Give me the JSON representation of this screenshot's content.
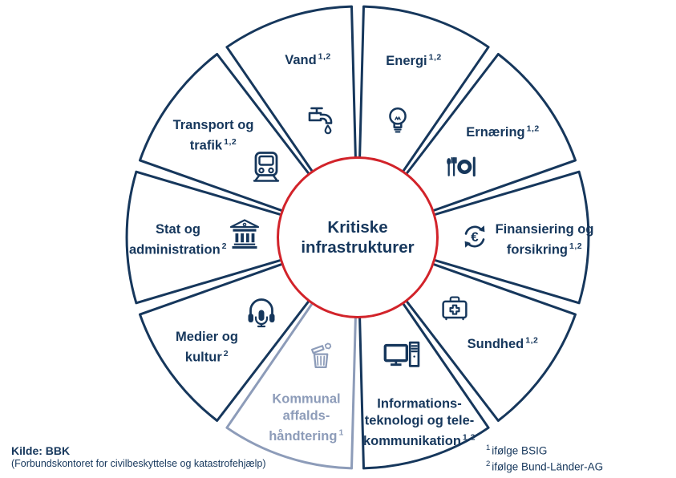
{
  "title": "Kritiske infrastrukturer",
  "colors": {
    "primary": "#16375C",
    "muted": "#8D9CB9",
    "accent": "#D2232A",
    "background": "#FFFFFF"
  },
  "segments": [
    {
      "id": "energi",
      "label_lines": [
        "Energi"
      ],
      "sup": "1,2",
      "icon": "lightbulb-icon",
      "muted": false
    },
    {
      "id": "ernaering",
      "label_lines": [
        "Ernæring"
      ],
      "sup": "1,2",
      "icon": "cutlery-icon",
      "muted": false
    },
    {
      "id": "finansiering",
      "label_lines": [
        "Finansiering og",
        "forsikring"
      ],
      "sup": "1,2",
      "icon": "euro-cycle-icon",
      "muted": false
    },
    {
      "id": "sundhed",
      "label_lines": [
        "Sundhed"
      ],
      "sup": "1,2",
      "icon": "first-aid-icon",
      "muted": false
    },
    {
      "id": "it",
      "label_lines": [
        "Informations-",
        "teknologi og tele-",
        "kommunikation"
      ],
      "sup": "1,2",
      "icon": "computer-icon",
      "muted": false
    },
    {
      "id": "affald",
      "label_lines": [
        "Kommunal",
        "affalds-",
        "håndtering"
      ],
      "sup": "1",
      "icon": "trash-icon",
      "muted": true
    },
    {
      "id": "medier",
      "label_lines": [
        "Medier og",
        "kultur"
      ],
      "sup": "2",
      "icon": "headphones-mic-icon",
      "muted": false
    },
    {
      "id": "stat",
      "label_lines": [
        "Stat og",
        "administration"
      ],
      "sup": "2",
      "icon": "government-building-icon",
      "muted": false
    },
    {
      "id": "transport",
      "label_lines": [
        "Transport og",
        "trafik"
      ],
      "sup": "1,2",
      "icon": "train-icon",
      "muted": false
    },
    {
      "id": "vand",
      "label_lines": [
        "Vand"
      ],
      "sup": "1,2",
      "icon": "faucet-icon",
      "muted": false
    }
  ],
  "source": {
    "line1": "Kilde: BBK",
    "line2": "(Forbundskontoret for civilbeskyttelse og katastrofehjælp)"
  },
  "footnotes": [
    {
      "sup": "1",
      "text": "ifølge BSIG"
    },
    {
      "sup": "2",
      "text": "ifølge Bund-Länder-AG"
    }
  ]
}
